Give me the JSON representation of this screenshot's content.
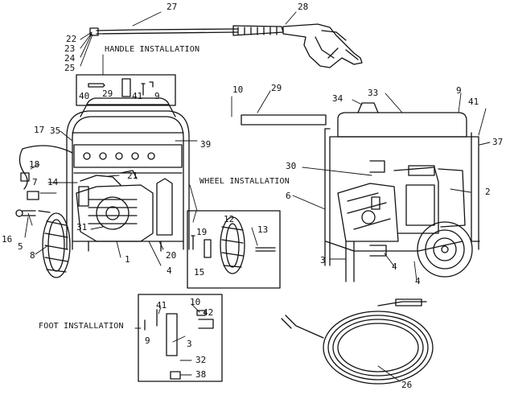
{
  "sections": {
    "handle": "HANDLE INSTALLATION",
    "wheel": "WHEEL INSTALLATION",
    "foot": "FOOT INSTALLATION"
  },
  "parts": {
    "p1": "1",
    "p2": "2",
    "p3a": "3",
    "p3b": "3",
    "p4a": "4",
    "p4b": "4",
    "p4c": "4",
    "p5": "5",
    "p6": "6",
    "p7": "7",
    "p8": "8",
    "p9a": "9",
    "p9b": "9",
    "p9c": "9",
    "p10a": "10",
    "p10b": "10",
    "p12": "12",
    "p13": "13",
    "p14": "14",
    "p15": "15",
    "p16": "16",
    "p17": "17",
    "p18": "18",
    "p19": "19",
    "p20": "20",
    "p21": "21",
    "p22": "22",
    "p23": "23",
    "p24": "24",
    "p25": "25",
    "p26": "26",
    "p27": "27",
    "p28": "28",
    "p29a": "29",
    "p29b": "29",
    "p30": "30",
    "p31": "31",
    "p32": "32",
    "p33": "33",
    "p34": "34",
    "p35": "35",
    "p37": "37",
    "p38": "38",
    "p39": "39",
    "p40": "40",
    "p41a": "41",
    "p41b": "41",
    "p41c": "41",
    "p42": "42"
  }
}
